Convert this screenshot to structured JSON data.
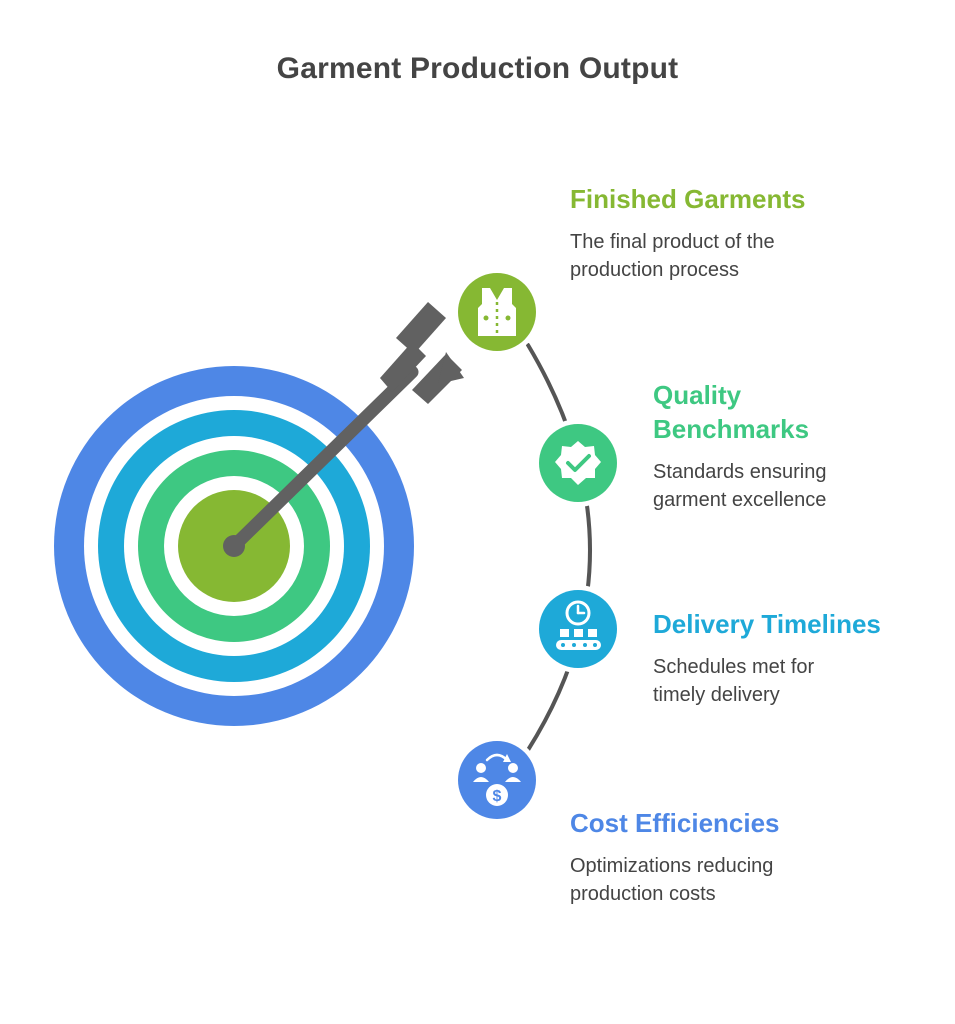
{
  "title": "Garment Production Output",
  "colors": {
    "green_light": "#86b833",
    "green": "#3ec882",
    "cyan": "#1ea9d8",
    "blue": "#4e87e6",
    "arrow": "#616161",
    "connector": "#555555",
    "text": "#444444"
  },
  "items": [
    {
      "title": "Finished Garments",
      "description": "The final product of the production process",
      "color": "#86b833",
      "icon": "vest-icon"
    },
    {
      "title": "Quality Benchmarks",
      "description": "Standards ensuring garment excellence",
      "color": "#3ec882",
      "icon": "quality-badge-check-icon"
    },
    {
      "title": "Delivery Timelines",
      "description": "Schedules met for timely delivery",
      "color": "#1ea9d8",
      "icon": "clock-conveyor-icon"
    },
    {
      "title": "Cost Efficiencies",
      "description": "Optimizations reducing production costs",
      "color": "#4e87e6",
      "icon": "cost-savings-icon"
    }
  ]
}
